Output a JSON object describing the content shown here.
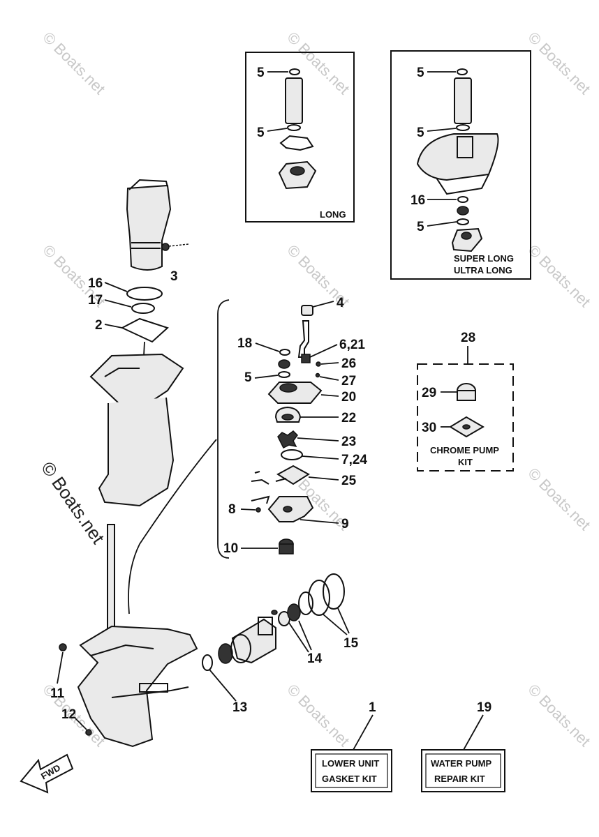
{
  "watermark": "© Boats.net",
  "panels": {
    "long": {
      "title": "LONG",
      "callouts": [
        "5",
        "5"
      ]
    },
    "super_long": {
      "title_line1": "SUPER LONG",
      "title_line2": "ULTRA LONG",
      "callouts": [
        "5",
        "5",
        "16",
        "5"
      ]
    },
    "chrome_pump_kit": {
      "number": "28",
      "title_line1": "CHROME PUMP",
      "title_line2": "KIT",
      "callouts": [
        "29",
        "30"
      ]
    }
  },
  "kits": {
    "gasket_kit": {
      "number": "1",
      "line1": "LOWER UNIT",
      "line2": "GASKET KIT"
    },
    "water_pump_kit": {
      "number": "19",
      "line1": "WATER PUMP",
      "line2": "REPAIR KIT"
    }
  },
  "callouts": {
    "c3": "3",
    "c16": "16",
    "c17": "17",
    "c2": "2",
    "c4": "4",
    "c18": "18",
    "c6_21": "6,21",
    "c26": "26",
    "c5": "5",
    "c27": "27",
    "c20": "20",
    "c22": "22",
    "c23": "23",
    "c7_24": "7,24",
    "c25": "25",
    "c8": "8",
    "c9": "9",
    "c10": "10",
    "c11": "11",
    "c12": "12",
    "c13": "13",
    "c14": "14",
    "c15": "15"
  },
  "fwd_label": "FWD"
}
